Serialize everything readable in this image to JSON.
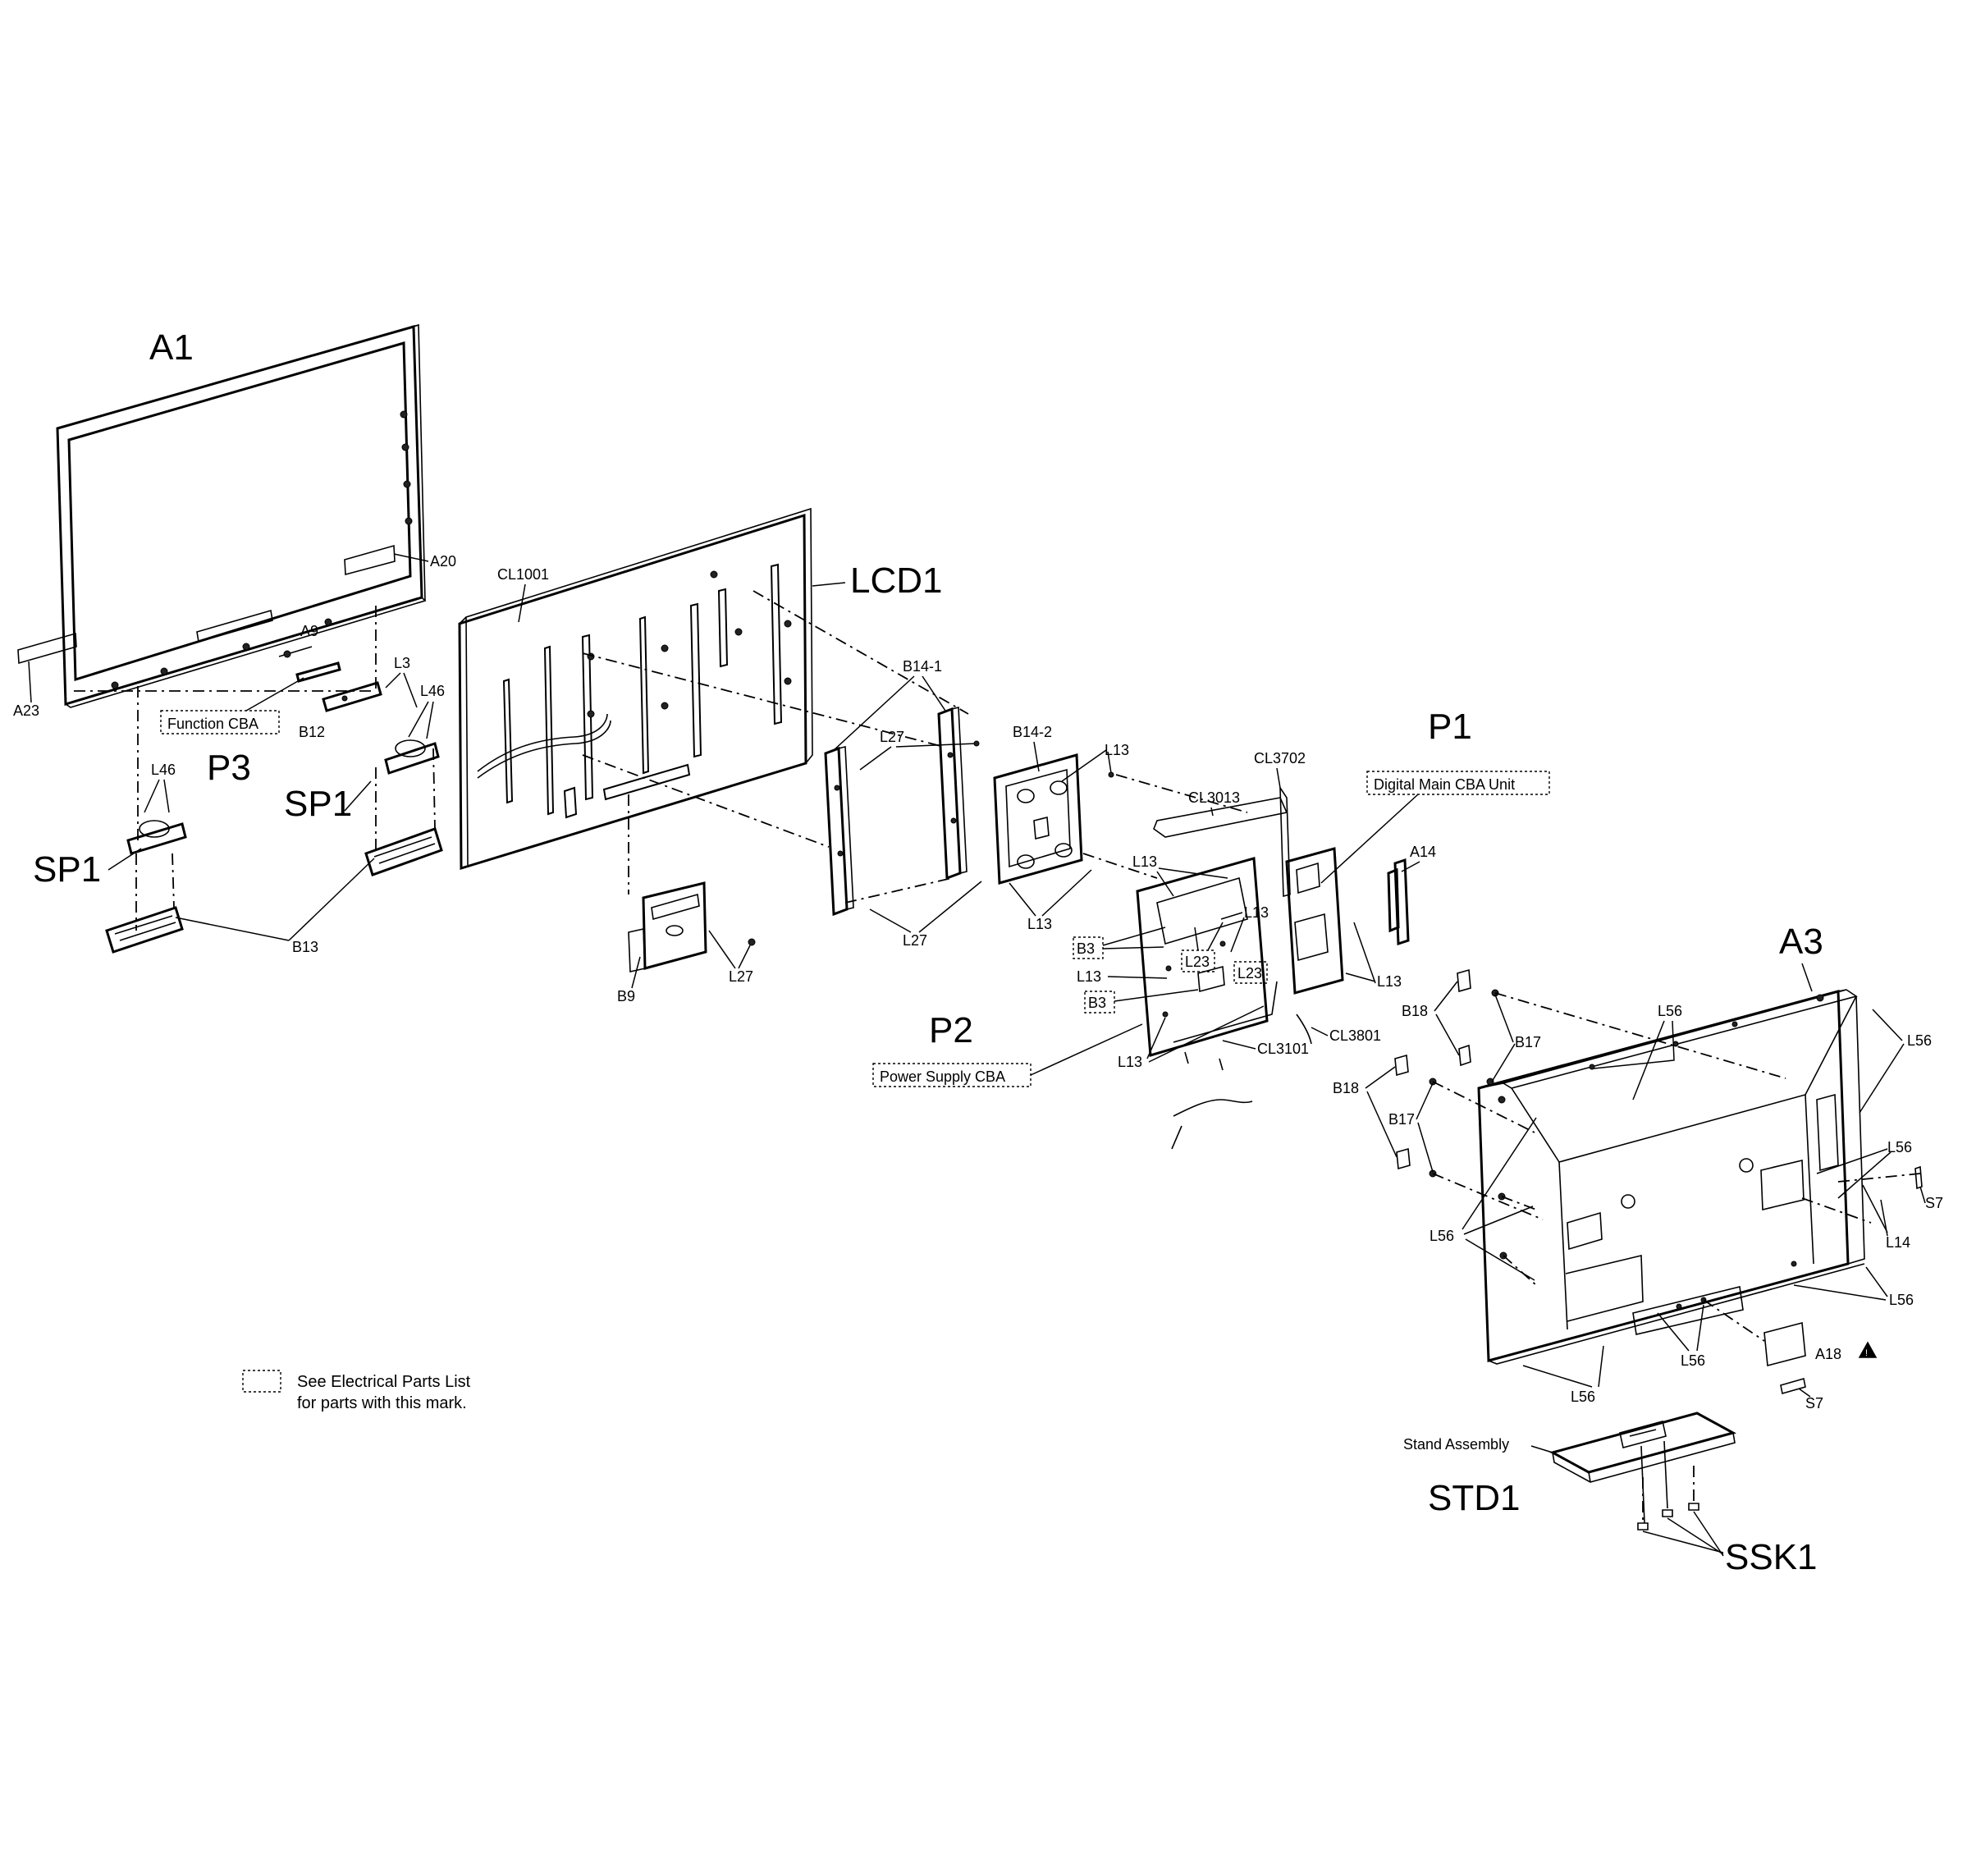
{
  "labels": {
    "A1": "A1",
    "A20": "A20",
    "A9": "A9",
    "A23": "A23",
    "function_cba": "Function CBA",
    "B12": "B12",
    "L3": "L3",
    "L46_right": "L46",
    "L46_left": "L46",
    "P3": "P3",
    "SP1_right": "SP1",
    "SP1_left": "SP1",
    "B13": "B13",
    "CL1001": "CL1001",
    "LCD1": "LCD1",
    "B9": "B9",
    "L27_b9": "L27",
    "B14_1": "B14-1",
    "L27_top": "L27",
    "L27_bottom": "L27",
    "B14_2": "B14-2",
    "L13_b14": "L13",
    "L13_b14_bottom": "L13",
    "CL3702": "CL3702",
    "CL3013": "CL3013",
    "P1": "P1",
    "digital_main_cba": "Digital Main CBA Unit",
    "A14": "A14",
    "L13_p1_top": "L13",
    "L13_p1_mid": "L13",
    "B3_top": "B3",
    "L23_top": "L23",
    "L13_left": "L13",
    "L23_mid": "L23",
    "B3_bottom": "B3",
    "L13_right": "L13",
    "CL3801": "CL3801",
    "CL3101": "CL3101",
    "L13_bottom": "L13",
    "P2": "P2",
    "power_supply_cba": "Power Supply CBA",
    "A3": "A3",
    "B18_top": "B18",
    "B17_top": "B17",
    "L56_top": "L56",
    "L56_right_top": "L56",
    "B18_bottom": "B18",
    "B17_bottom": "B17",
    "L56_right_mid": "L56",
    "S7_right": "S7",
    "L14": "L14",
    "L56_left": "L56",
    "L56_right_bottom": "L56",
    "L56_bottom_mid": "L56",
    "A18": "A18",
    "S7_bottom": "S7",
    "L56_bottom_left": "L56",
    "stand_assembly": "Stand Assembly",
    "STD1": "STD1",
    "SSK1": "SSK1"
  },
  "legend": {
    "line1": "See Electrical Parts List",
    "line2": "for parts with this mark."
  },
  "icons": {
    "warning": "warning-triangle-icon"
  }
}
